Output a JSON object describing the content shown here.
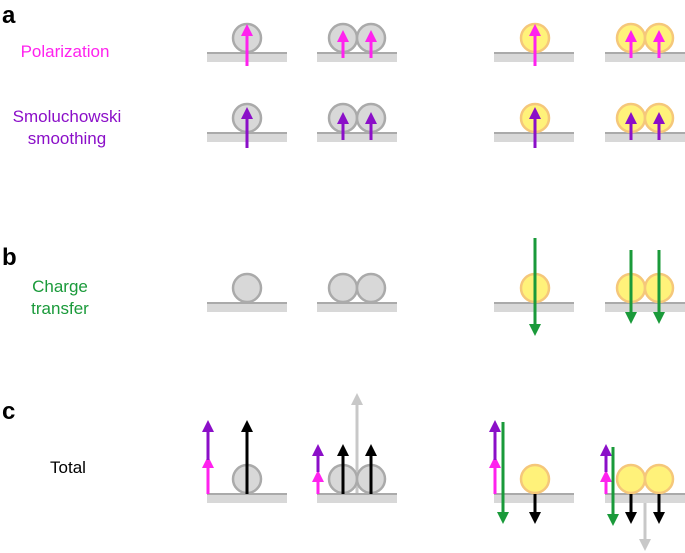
{
  "panels": {
    "a": "a",
    "b": "b",
    "c": "c"
  },
  "labels": {
    "polarization": "Polarization",
    "smoluchowski_line1": "Smoluchowski",
    "smoluchowski_line2": "smoothing",
    "charge_line1": "Charge",
    "charge_line2": "transfer",
    "total": "Total"
  },
  "colors": {
    "polarization": "#ff22ee",
    "smoluchowski": "#8b0fc8",
    "charge_transfer": "#1a9a3a",
    "total": "#000000",
    "net_total": "#c8c8c8",
    "atom_gray_fill": "#d8d8d8",
    "atom_gray_stroke": "#aaaaaa",
    "atom_yellow_fill": "#fff27a",
    "atom_yellow_stroke": "#f5c77a",
    "surface": "#d8d8d8"
  }
}
